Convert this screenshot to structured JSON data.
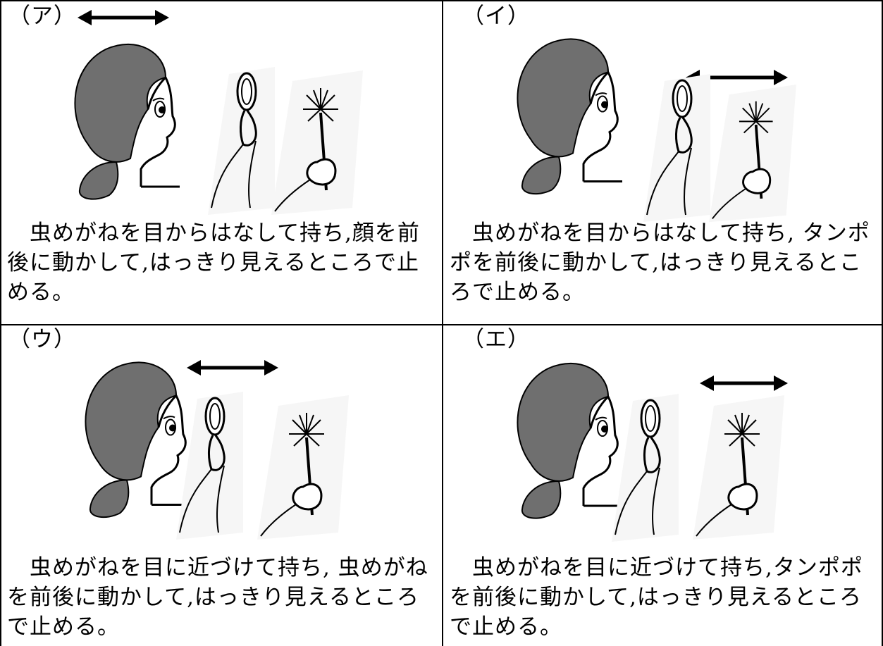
{
  "panels": [
    {
      "label": "（ア）",
      "caption": "　虫めがねを目からはなして持ち,顔を前後に動かして,はっきり見えるところで止める。"
    },
    {
      "label": "（イ）",
      "caption": "　虫めがねを目からはなして持ち, タンポポを前後に動かして,はっきり見えるところで止める。"
    },
    {
      "label": "（ウ）",
      "caption": "　虫めがねを目に近づけて持ち, 虫めがねを前後に動かして,はっきり見えるところで止める。"
    },
    {
      "label": "（エ）",
      "caption": "　虫めがねを目に近づけて持ち,タンポポを前後に動かして,はっきり見えるところで止める。"
    }
  ],
  "colors": {
    "hair": "#6f6f6f",
    "line": "#000000",
    "background": "#ffffff"
  },
  "icons": [
    "double-arrow-icon",
    "girl-head-icon",
    "magnifier-hand-icon",
    "dandelion-hand-icon"
  ]
}
